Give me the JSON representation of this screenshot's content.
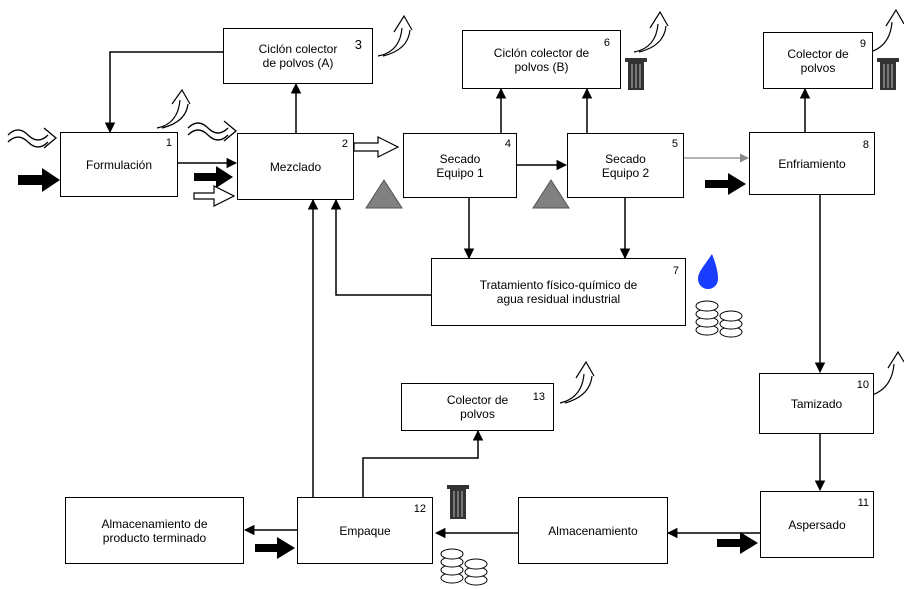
{
  "boxes": {
    "formulacion": {
      "label": "Formulación",
      "num": "1"
    },
    "mezclado": {
      "label": "Mezclado",
      "num": "2"
    },
    "ciclon_a": {
      "label": "Ciclón colector\nde polvos (A)",
      "num": "3"
    },
    "secado1": {
      "label": "Secado\nEquipo 1",
      "num": "4"
    },
    "secado2": {
      "label": "Secado\nEquipo 2",
      "num": "5"
    },
    "ciclon_b": {
      "label": "Ciclón colector de\npolvos (B)",
      "num": "6"
    },
    "tratamiento": {
      "label": "Tratamiento físico-químico de\nagua residual industrial",
      "num": "7"
    },
    "enfriamiento": {
      "label": "Enfriamiento",
      "num": "8"
    },
    "colector9": {
      "label": "Colector de\npolvos",
      "num": "9"
    },
    "tamizado": {
      "label": "Tamizado",
      "num": "10"
    },
    "aspersado": {
      "label": "Aspersado",
      "num": "11"
    },
    "empaque": {
      "label": "Empaque",
      "num": "12"
    },
    "colector13": {
      "label": "Colector de\npolvos",
      "num": "13"
    },
    "almacenamiento": {
      "label": "Almacenamiento",
      "num": ""
    },
    "almacen_pt": {
      "label": "Almacenamiento de\nproducto terminado",
      "num": ""
    }
  },
  "icons": [
    "emission-arrow-icon",
    "air-input-icon",
    "material-input-arrow-icon",
    "water-input-arrow-icon",
    "trash-bin-icon",
    "coins-stack-icon",
    "water-drop-icon",
    "sediment-triangle-icon"
  ],
  "colors": {
    "line": "#000000",
    "gray_line": "#888888",
    "bin": "#333333",
    "triangle": "#808080",
    "drop": "#1a3cff"
  }
}
